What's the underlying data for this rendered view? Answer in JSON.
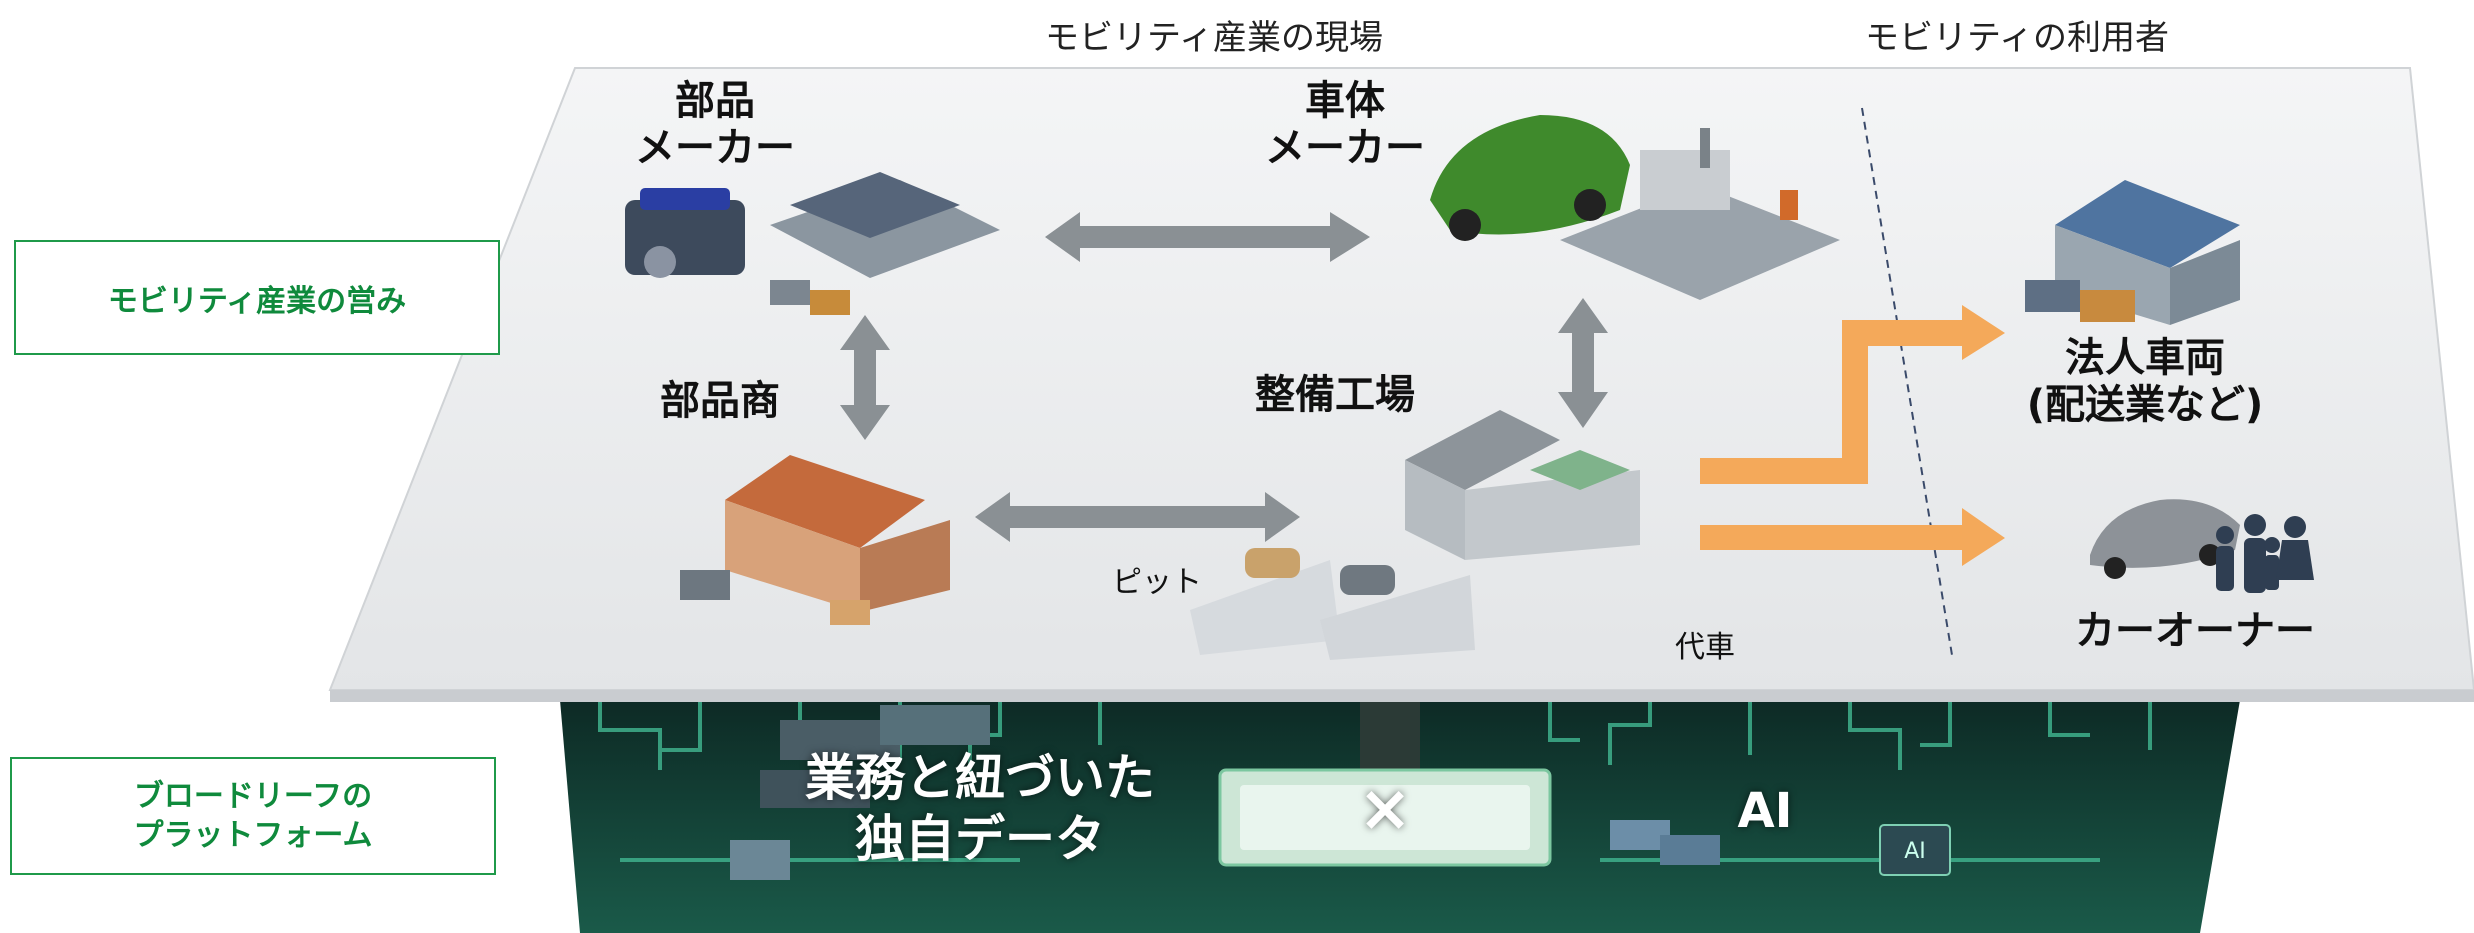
{
  "headers": {
    "industry_site": "モビリティ産業の現場",
    "users": "モビリティの利用者"
  },
  "side_boxes": {
    "industry": "モビリティ産業の営み",
    "platform": "ブロードリーフの\nプラットフォーム"
  },
  "nodes": {
    "parts_maker": "部品\nメーカー",
    "body_maker": "車体\nメーカー",
    "parts_dealer": "部品商",
    "repair_shop": "整備工場",
    "fleet": "法人車両\n(配送業など)",
    "car_owner": "カーオーナー"
  },
  "small_labels": {
    "pit": "ピット",
    "loaner": "代車"
  },
  "platform": {
    "data": "業務と紐づいた\n独自データ",
    "times": "×",
    "ai": "AI"
  },
  "icons": [
    "engine-icon",
    "factory-icon",
    "green-car-icon",
    "assembly-plant-icon",
    "warehouse-icon",
    "garage-icon",
    "pit-lift-icon",
    "logistics-warehouse-icon",
    "sedan-icon",
    "family-icon",
    "server-icon",
    "ai-chip-icon"
  ],
  "colors": {
    "accent_green": "#0f8a3c",
    "arrow_gray": "#8a9094",
    "arrow_orange": "#f4a95a",
    "platform_bg": "#f1f2f3",
    "circuit_teal": "#1e6d5b"
  }
}
